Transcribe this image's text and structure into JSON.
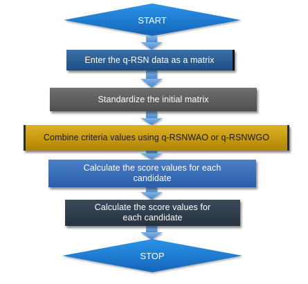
{
  "flowchart": {
    "start_label": "START",
    "steps": [
      {
        "lines": [
          "Enter the q-RSN data as a matrix"
        ]
      },
      {
        "lines": [
          "Standardize the initial  matrix"
        ]
      },
      {
        "lines": [
          "Combine criteria values using q-RSNWAO or q-RSNWGO"
        ]
      },
      {
        "lines": [
          "Calculate the score values for each",
          "candidate"
        ]
      },
      {
        "lines": [
          "Calculate the score values for",
          "each candidate"
        ]
      }
    ],
    "stop_label": "STOP"
  },
  "colors": {
    "diamond": "#1f7fd6",
    "arrow": "#5b9bd5",
    "step1": "#2c5f95",
    "step2": "#5f5f5f",
    "step3": "#c99a12",
    "step4": "#3a6fba",
    "step5": "#2f3d4e"
  }
}
